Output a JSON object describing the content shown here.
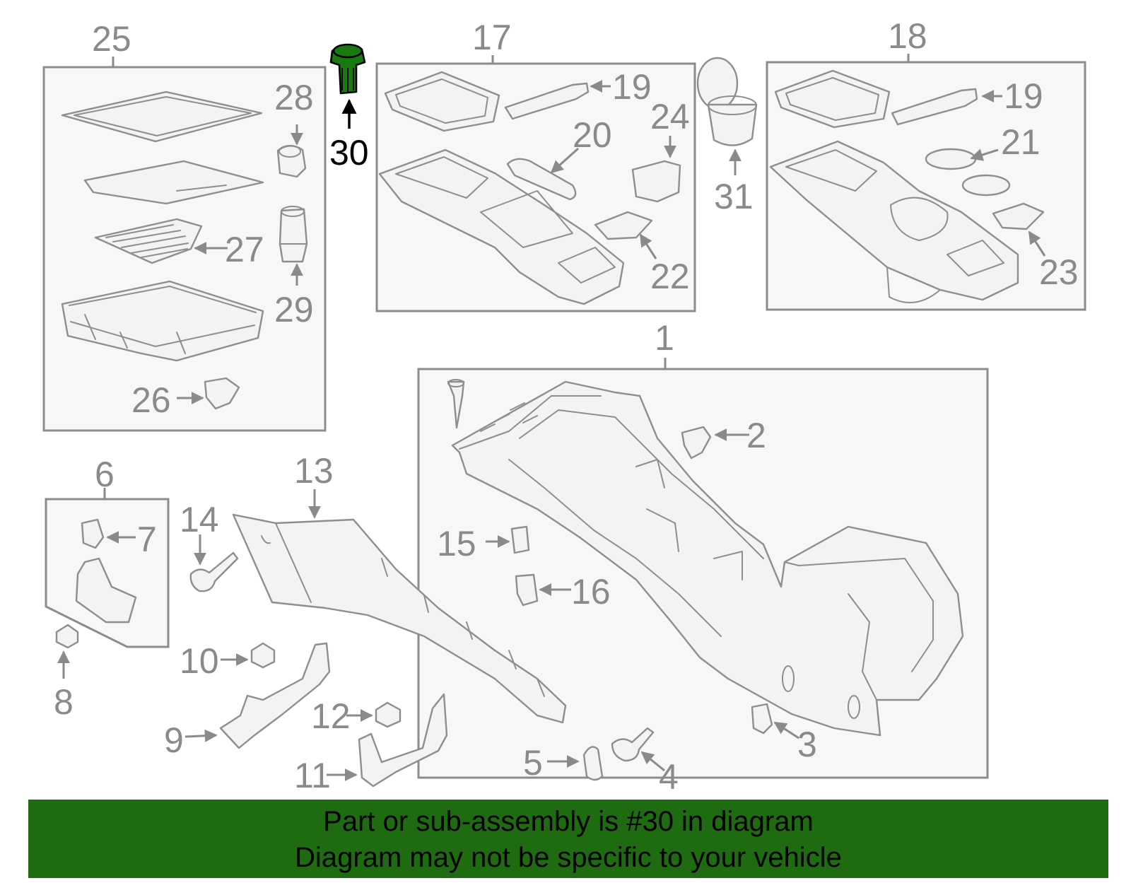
{
  "callouts": {
    "c1": "1",
    "c2": "2",
    "c3": "3",
    "c4": "4",
    "c5": "5",
    "c6": "6",
    "c7": "7",
    "c8": "8",
    "c9": "9",
    "c10": "10",
    "c11": "11",
    "c12": "12",
    "c13": "13",
    "c14": "14",
    "c15": "15",
    "c16": "16",
    "c17": "17",
    "c18": "18",
    "c19a": "19",
    "c19b": "19",
    "c20": "20",
    "c21": "21",
    "c22": "22",
    "c23": "23",
    "c24": "24",
    "c25": "25",
    "c26": "26",
    "c27": "27",
    "c28": "28",
    "c29": "29",
    "c30": "30",
    "c31": "31"
  },
  "highlighted_part": "30",
  "highlight_color": "#1a7a12",
  "banner": {
    "line1": "Part or sub-assembly is #30 in diagram",
    "line2": "Diagram may not be specific to your vehicle",
    "background": "#1e6b12"
  }
}
